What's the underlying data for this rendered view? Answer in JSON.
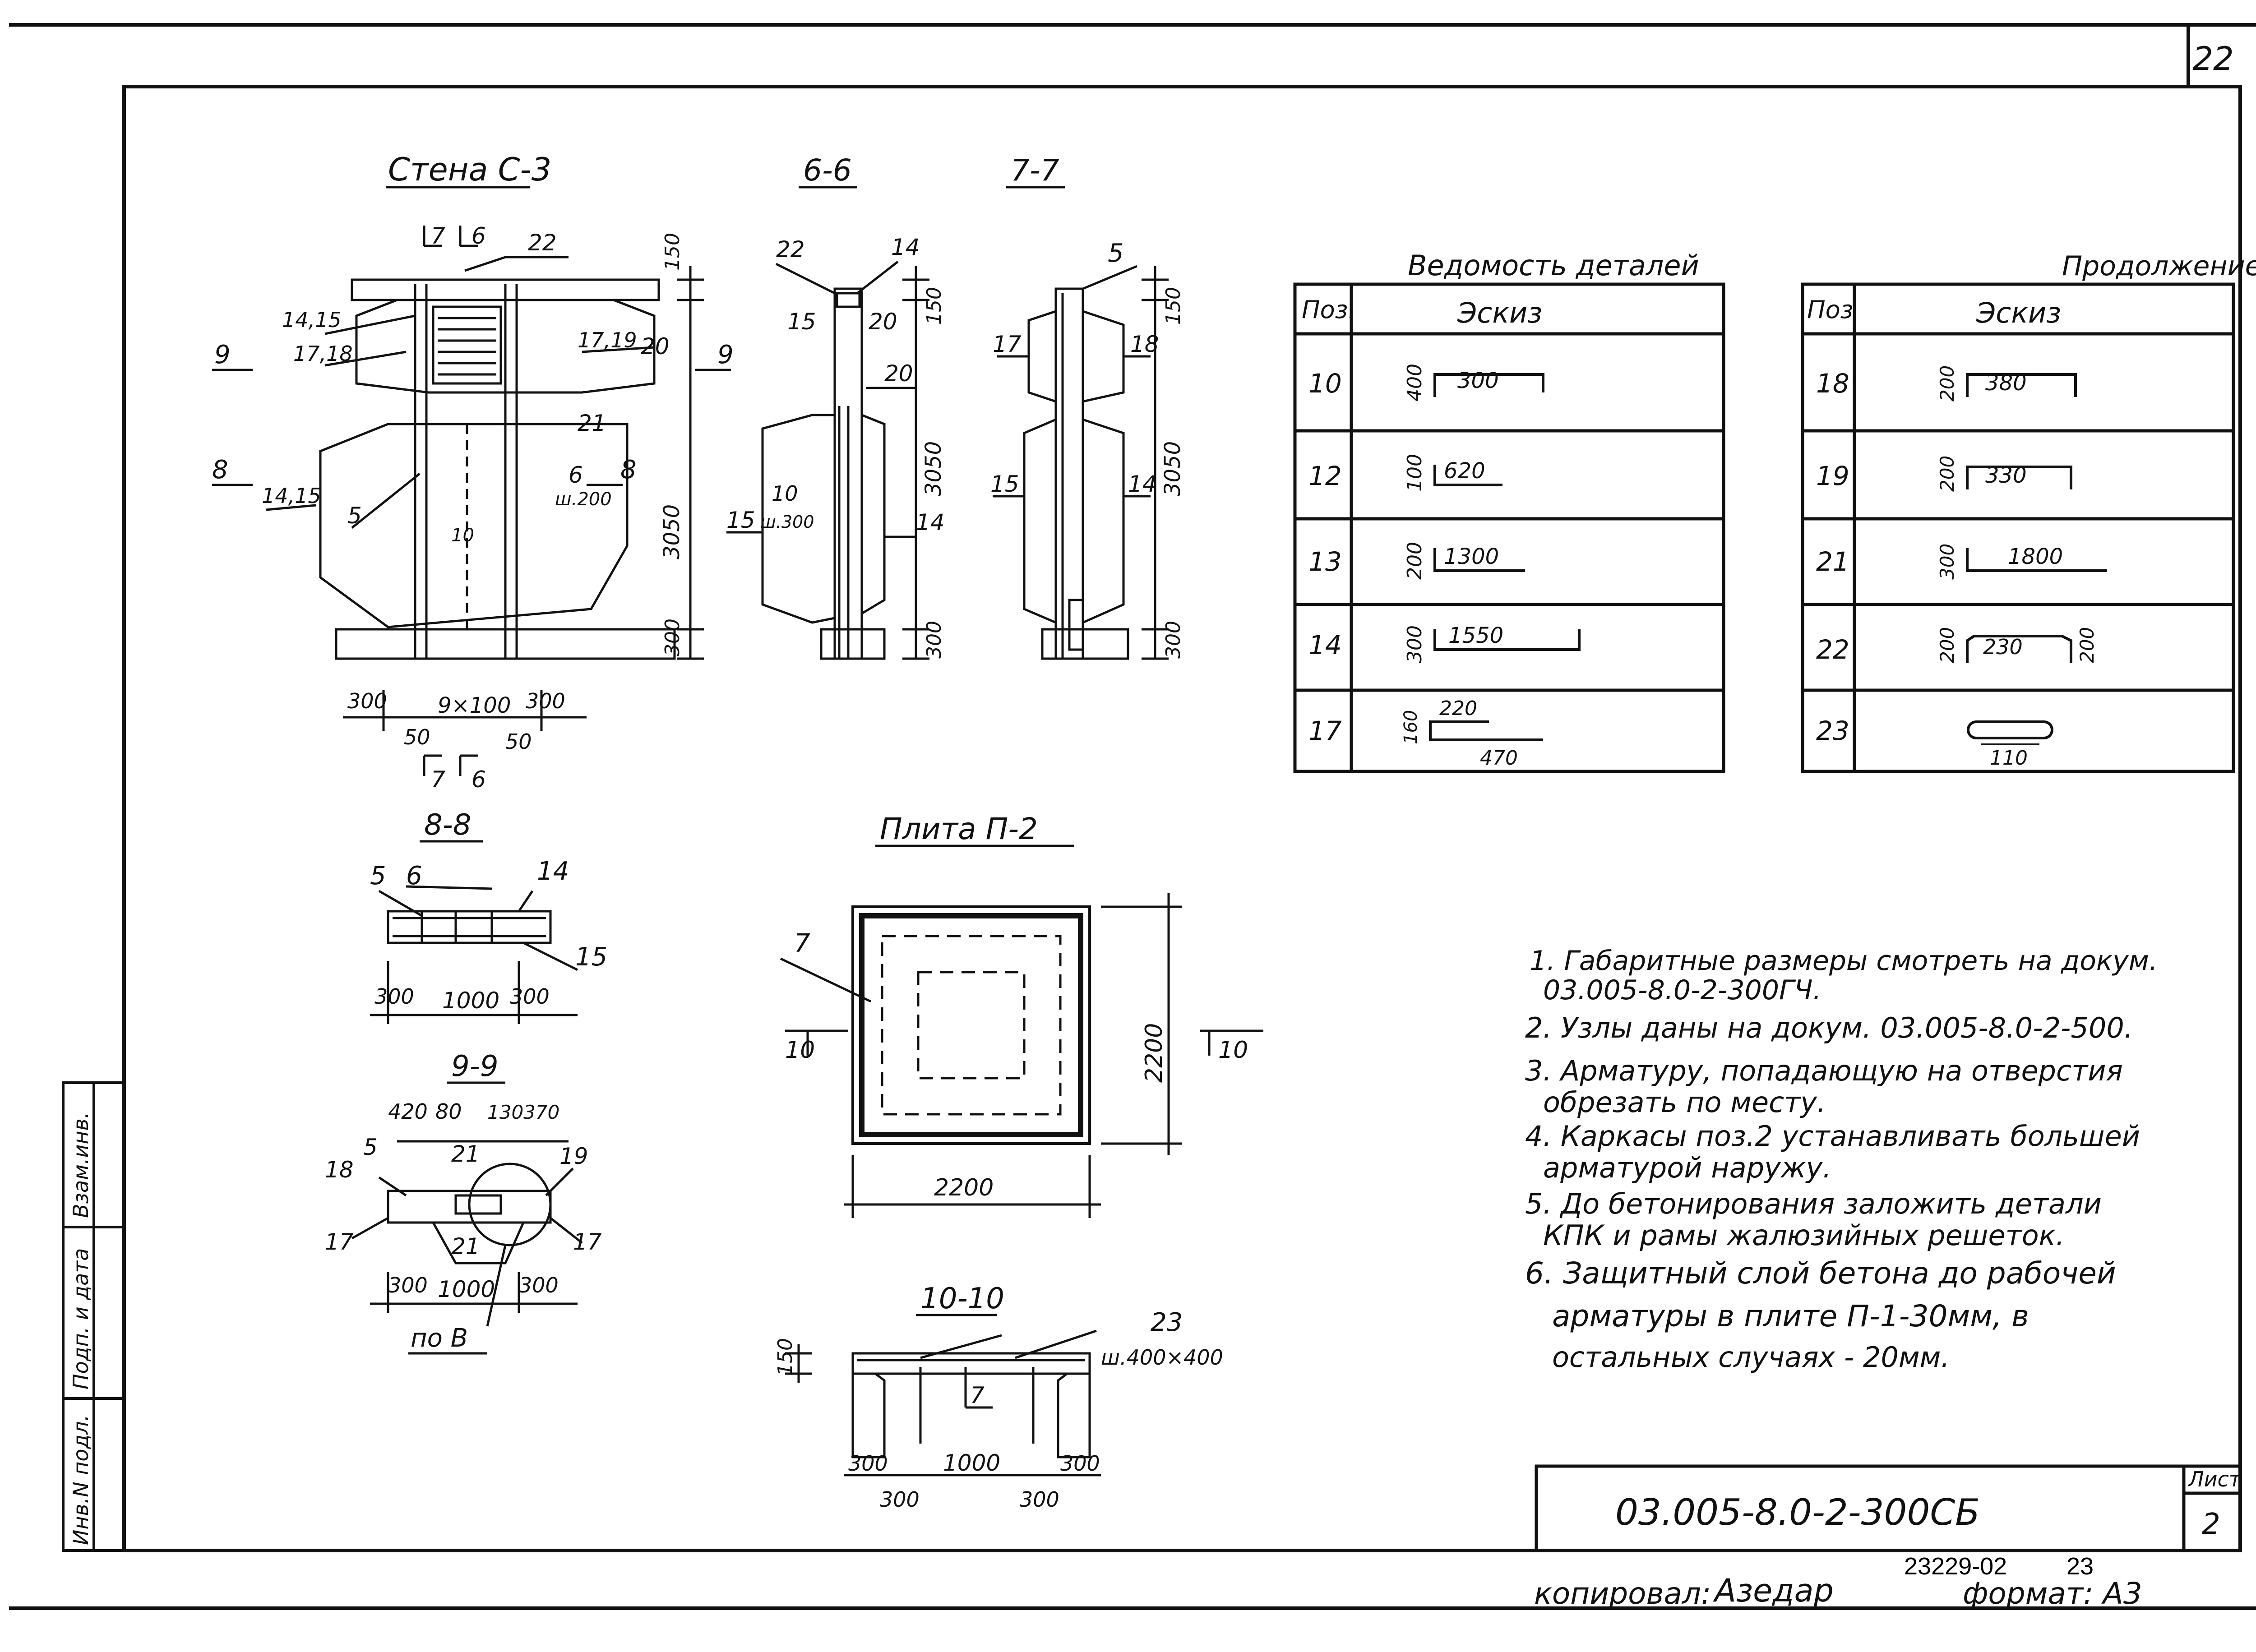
{
  "page_number": "22",
  "wall": {
    "title": "Стена С-3",
    "sec_66": "6-6",
    "sec_77": "7-7"
  },
  "sections": {
    "s88": "8-8",
    "s99": "9-9",
    "s1010": "10-10",
    "slab": "Плита П-2",
    "po_b": "по В"
  },
  "labels": {
    "l22": "22",
    "l14_15": "14,15",
    "l17_18": "17,18",
    "l17_19": "17,19",
    "l20": "20",
    "l9a": "9",
    "l9b": "9",
    "l8a": "8",
    "l8b": "8",
    "l14_15b": "14,15",
    "l5": "5",
    "l21": "21",
    "l6": "6",
    "l_sh200": "ш.200",
    "l10": "10",
    "l7top": "7",
    "l6top": "6",
    "l7bot": "7",
    "l6bot": "6",
    "d150": "150",
    "d3050": "3050",
    "d300": "300",
    "d300a": "300",
    "d9x100": "9×100",
    "d300b": "300",
    "d50a": "50",
    "d50b": "50",
    "s6_22": "22",
    "s6_14": "14",
    "s6_15": "15",
    "s6_20a": "20",
    "s6_20b": "20",
    "s6_10": "10",
    "s6_sh300": "ш.300",
    "s6_15b": "15",
    "s6_14b": "14",
    "s6_150": "150",
    "s6_3050": "3050",
    "s6_300": "300",
    "s7_5": "5",
    "s7_17": "17",
    "s7_18": "18",
    "s7_15": "15",
    "s7_14": "14",
    "s7_150": "150",
    "s7_3050": "3050",
    "s7_300": "300",
    "s8_5": "5",
    "s8_6": "6",
    "s8_14": "14",
    "s8_15": "15",
    "s8_300a": "300",
    "s8_1000": "1000",
    "s8_300b": "300",
    "s9_420": "420",
    "s9_80": "80",
    "s9_130": "130",
    "s9_370": "370",
    "s9_5": "5",
    "s9_21a": "21",
    "s9_19": "19",
    "s9_18": "18",
    "s9_17a": "17",
    "s9_17b": "17",
    "s9_21b": "21",
    "s9_300a": "300",
    "s9_1000": "1000",
    "s9_300b": "300",
    "p2_7": "7",
    "p2_10a": "10",
    "p2_10b": "10",
    "p2_2200v": "2200",
    "p2_2200h": "2200",
    "s10_150": "150",
    "s10_23": "23",
    "s10_sh": "ш.400×400",
    "s10_7": "7",
    "s10_300a": "300",
    "s10_1000": "1000",
    "s10_300b": "300",
    "s10_300c": "300",
    "s10_300d": "300"
  },
  "schedule": {
    "title": "Ведомость деталей",
    "continuation": "Продолжение",
    "col_pos": "Поз.",
    "col_pos2": "Поз",
    "col_sketch": "Эскиз",
    "left_rows": [
      {
        "pos": "10",
        "a": "400",
        "b": "300"
      },
      {
        "pos": "12",
        "a": "100",
        "b": "620"
      },
      {
        "pos": "13",
        "a": "200",
        "b": "1300"
      },
      {
        "pos": "14",
        "a": "300",
        "b": "1550"
      },
      {
        "pos": "17",
        "a": "160",
        "b": "220",
        "c": "470"
      }
    ],
    "right_rows": [
      {
        "pos": "18",
        "a": "200",
        "b": "380"
      },
      {
        "pos": "19",
        "a": "200",
        "b": "330"
      },
      {
        "pos": "21",
        "a": "300",
        "b": "1800"
      },
      {
        "pos": "22",
        "a": "200",
        "b": "230",
        "c": "200"
      },
      {
        "pos": "23",
        "b": "110"
      }
    ]
  },
  "notes": [
    "1. Габаритные размеры смотреть на докум.",
    "03.005-8.0-2-300ГЧ.",
    "2. Узлы даны на докум. 03.005-8.0-2-500.",
    "3. Арматуру, попадающую на отверстия",
    "обрезать по месту.",
    "4. Каркасы поз.2 устанавливать большей",
    "арматурой наружу.",
    "5. До бетонирования заложить детали",
    "КПК и рамы жалюзийных решеток.",
    "6. Защитный слой бетона до рабочей",
    "арматуры в плите П-1-30мм, в",
    "остальных случаях - 20мм."
  ],
  "side_stamp": {
    "inv": "Инв.N подл.",
    "sign": "Подп. и дата",
    "vzam": "Взам.инв."
  },
  "title_block": {
    "code": "03.005-8.0-2-300СБ",
    "sheet_label": "Лист",
    "sheet_no": "2"
  },
  "footer": {
    "number": "23229-02",
    "sub": "23",
    "copied": "копировал:",
    "signature": "Азедар",
    "format": "формат: А3"
  }
}
